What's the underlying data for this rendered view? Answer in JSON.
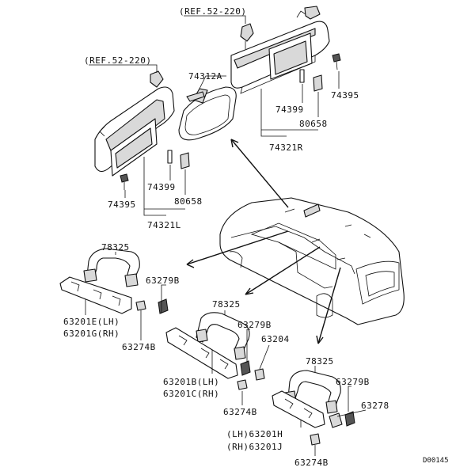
{
  "diagram": {
    "drawing_number": "D00145",
    "references": [
      "(REF.52-220)",
      "(REF.52-220)"
    ],
    "labels": {
      "p74312A": "74312A",
      "p74395_r": "74395",
      "p74399_r": "74399",
      "p80658_r": "80658",
      "p74321R": "74321R",
      "p74399_l": "74399",
      "p80658_l": "80658",
      "p74395_l": "74395",
      "p74321L": "74321L",
      "p78325_a": "78325",
      "p63279B_a": "63279B",
      "p63201E": "63201E(LH)",
      "p63201G": "63201G(RH)",
      "p63274B_a": "63274B",
      "p78325_b": "78325",
      "p63279B_b": "63279B",
      "p63204": "63204",
      "p63201B": "63201B(LH)",
      "p63201C": "63201C(RH)",
      "p63274B_b": "63274B",
      "p78325_c": "78325",
      "p63279B_c": "63279B",
      "p63278": "63278",
      "p63201H": "(LH)63201H",
      "p63201J": "(RH)63201J",
      "p63274B_c": "63274B"
    }
  }
}
